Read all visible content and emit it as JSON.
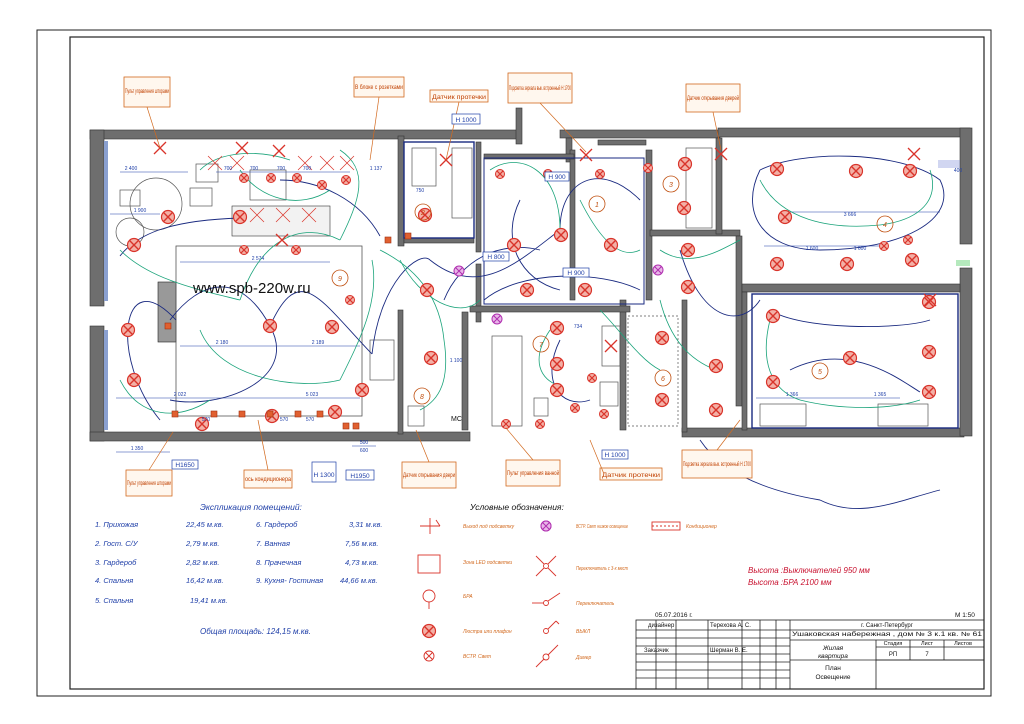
{
  "watermark": "www.spb-220w.ru",
  "colors": {
    "wall": "#5a5a5a",
    "blue_text": "#1f3fa8",
    "callout": "#d2691e",
    "wire_green": "#1aa37a",
    "wire_blue": "#1a2a80",
    "fixture": "#d9342b",
    "frame": "#222222"
  },
  "callouts": {
    "c1": "Пульт управления шторами",
    "c2": "В блоке с розетками",
    "c3": "Датчик протечки",
    "c4": "Подсветка зеркала вык. встроенный Н 1700",
    "c5": "Датчик открывания дверей",
    "c6": "Пульт управления шторами",
    "c7": "ось кондиционера",
    "c8": "Датчик открывания двери",
    "c9": "Пульт управления ванной",
    "c10": "Датчик протечки",
    "c11": "Подсветка зеркала вык. встроенный Н 1700"
  },
  "heights": {
    "h1": "Н 1000",
    "h2": "Н 900",
    "h3": "Н 900",
    "h4": "Н 800",
    "h5": "Н 1000",
    "h6": "Н1650",
    "h7": "Н 1300",
    "h8": "Н1950"
  },
  "dims": {
    "d1": "2 400",
    "d2": "700",
    "d3": "700",
    "d4": "700",
    "d5": "700",
    "d6": "1 137",
    "d7": "1 900",
    "d8": "2 574",
    "d9": "2 180",
    "d10": "2 189",
    "d11": "2 022",
    "d12": "5 023",
    "d13": "570",
    "d14": "570",
    "d15": "570",
    "d16": "1 350",
    "d17": "500",
    "d18": "600",
    "d19": "3 666",
    "d20": "1 600",
    "d21": "1 600",
    "d22": "1 366",
    "d23": "1 365",
    "d24": "400",
    "d25": "750",
    "d26": "1 100",
    "d27": "734",
    "mc": "МС"
  },
  "room_numbers": [
    "1",
    "2",
    "3",
    "4",
    "5",
    "6",
    "7",
    "8",
    "9"
  ],
  "explication": {
    "title": "Экспликация помещений:",
    "rows_left": [
      {
        "name": "1. Прихожая",
        "area": "22,45 м.кв."
      },
      {
        "name": "2. Гост. С/У",
        "area": "2,79 м.кв."
      },
      {
        "name": "3. Гардероб",
        "area": "2,82 м.кв."
      },
      {
        "name": "4. Спальня",
        "area": "16,42 м.кв."
      },
      {
        "name": "5. Спальня",
        "area": "19,41 м.кв."
      }
    ],
    "rows_right": [
      {
        "name": "6. Гардероб",
        "area": "3,31 м.кв."
      },
      {
        "name": "7. Ванная",
        "area": "7,56 м.кв."
      },
      {
        "name": "8. Прачечная",
        "area": "4,73 м.кв."
      },
      {
        "name": "9. Кухня- Гостиная",
        "area": "44,66 м.кв."
      }
    ],
    "total": "Общая площадь: 124,15 м.кв."
  },
  "legend": {
    "title": "Условные обозначения:",
    "items": [
      "Выход под подсветку",
      "Зона LED подсветки",
      "БРА",
      "Люстра или плафон",
      "ВСТР. Свет",
      "ВСТР. Свет низкое освещение",
      "Переключатель с 3-х мест",
      "Переключатель",
      "ВЫКЛ",
      "Димер",
      "Кондиционер"
    ]
  },
  "heights_note": {
    "line1": "Высота :Выключателей 950 мм",
    "line2": "Высота :БРА 2100 мм"
  },
  "title_block": {
    "date": "05.07.2016 г.",
    "scale": "М 1:50",
    "designer_label": "дизайнер",
    "designer_name": "Терехова А. С.",
    "address_line1": "г. Санкт-Петербург",
    "address_line2": "Ушаковская набережная , дом № 3 к.1 кв. № 61",
    "object_line1": "Жилая",
    "object_line2": "квартира",
    "col_stage": "Стадия",
    "col_sheet": "Лист",
    "col_sheets": "Листов",
    "stage_value": "РП",
    "sheet_value": "7",
    "customer_label": "Заказчик",
    "customer_name": "Шерман В. Е.",
    "drawing_line1": "План",
    "drawing_line2": "Освещение"
  }
}
